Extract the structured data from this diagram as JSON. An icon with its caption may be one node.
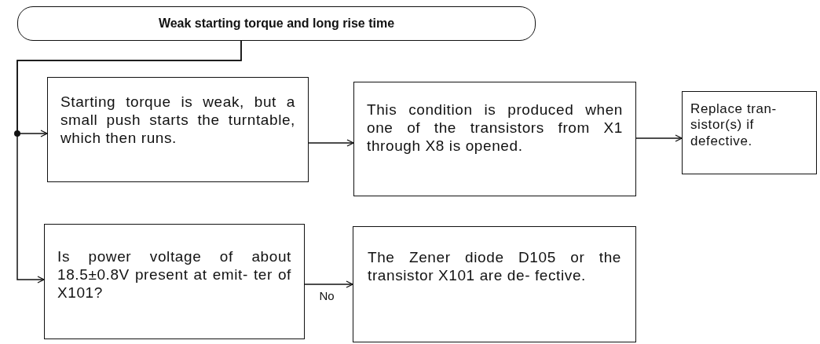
{
  "diagram": {
    "nodes": [
      {
        "text": [
          "Weak starting torque and long rise time"
        ]
      },
      {
        "text": [
          "Starting torque is weak, but a small push starts the turntable, which then runs."
        ]
      },
      {
        "text": [
          "This condition is produced when one of the transistors from X1 through X8 is opened."
        ]
      },
      {
        "text": [
          "Replace tran- sistor(s) if defective."
        ]
      },
      {
        "text": [
          "Is power voltage of about 18.5±0.8V present at emit- ter of X101?"
        ]
      },
      {
        "text": [
          "The Zener diode D105 or the transistor X101 are de- fective."
        ]
      }
    ],
    "edges": [
      {
        "from": 0,
        "to": 1,
        "arrow": "to"
      },
      {
        "from": 0,
        "to": 4,
        "arrow": "to"
      },
      {
        "from": 1,
        "to": 2,
        "arrow": "to"
      },
      {
        "from": 2,
        "to": 3,
        "arrow": "to"
      },
      {
        "from": 4,
        "to": 5,
        "arrow": "to",
        "label": "No"
      }
    ]
  }
}
